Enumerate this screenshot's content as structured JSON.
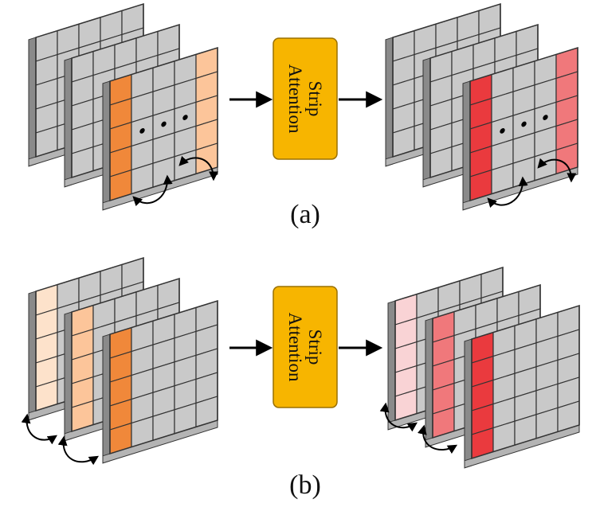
{
  "diagram": {
    "attention_label_line1": "Strip",
    "attention_label_line2": "Attention",
    "caption_a": "(a)",
    "caption_b": "(b)"
  },
  "colors": {
    "cell_gray": "#c9c9c9",
    "grid_line": "#333333",
    "frame_side": "#8a8a8a",
    "frame_top": "#b4b4b4",
    "attention_box": "#f7b500",
    "attention_box_border": "#9a7000",
    "orange_dark": "#f0883a",
    "orange_light": "#fcc59a",
    "orange_pale": "#fde2cb",
    "red_dark": "#ea3a3e",
    "red_mid": "#f0787b",
    "red_pale": "#f9d3d5"
  }
}
